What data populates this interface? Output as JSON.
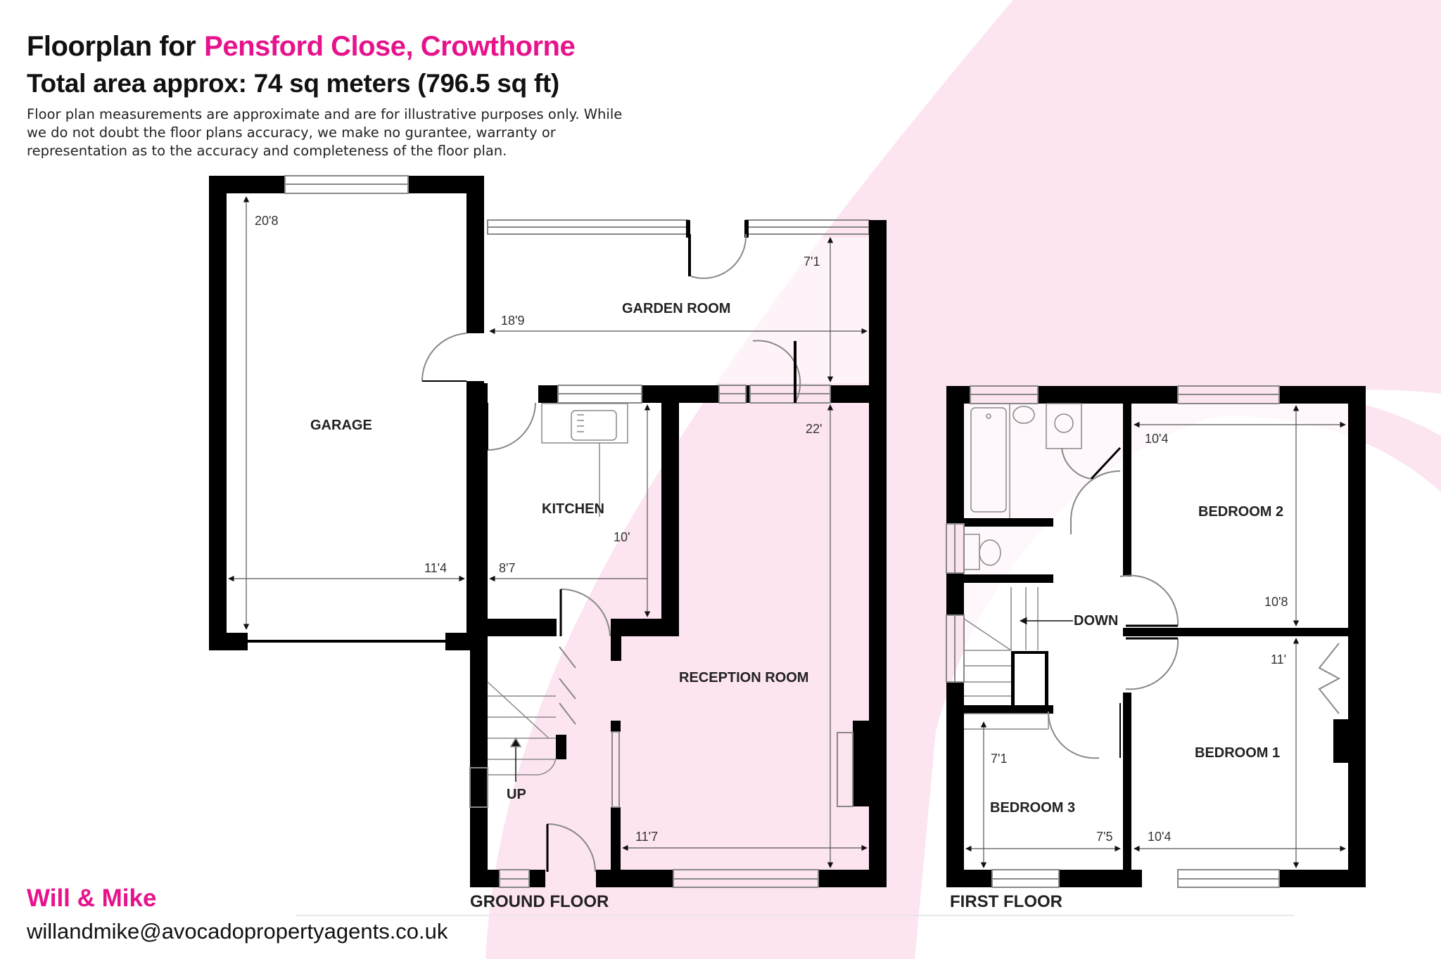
{
  "header": {
    "title_prefix": "Floorplan for",
    "property_name": "Pensford Close, Crowthorne",
    "total_area": "Total area approx: 74 sq meters (796.5 sq ft)",
    "disclaimer": "Floor plan measurements are approximate and are for illustrative purposes only. While we do not doubt the floor plans accuracy, we make no gurantee, warranty or representation as to the accuracy and completeness of the floor plan."
  },
  "colors": {
    "accent": "#e6138c",
    "background_shape": "#fce4f1",
    "wall": "#000000"
  },
  "ground_floor": {
    "label": "GROUND FLOOR",
    "rooms": [
      {
        "name": "GARAGE",
        "width": "11'4",
        "length": "20'8"
      },
      {
        "name": "GARDEN ROOM",
        "width": "18'9",
        "length": "7'1"
      },
      {
        "name": "KITCHEN",
        "width": "8'7",
        "length": "10'"
      },
      {
        "name": "RECEPTION ROOM",
        "width": "11'7",
        "length": "22'"
      }
    ],
    "stairs_label": "UP"
  },
  "first_floor": {
    "label": "FIRST FLOOR",
    "rooms": [
      {
        "name": "BEDROOM 2",
        "width": "10'4",
        "length": "10'8"
      },
      {
        "name": "BEDROOM 1",
        "width": "10'4",
        "length": "11'"
      },
      {
        "name": "BEDROOM 3",
        "width": "7'5",
        "length": "7'1"
      }
    ],
    "stairs_label": "DOWN"
  },
  "footer": {
    "agent_name": "Will & Mike",
    "email": "willandmike@avocadopropertyagents.co.uk"
  }
}
